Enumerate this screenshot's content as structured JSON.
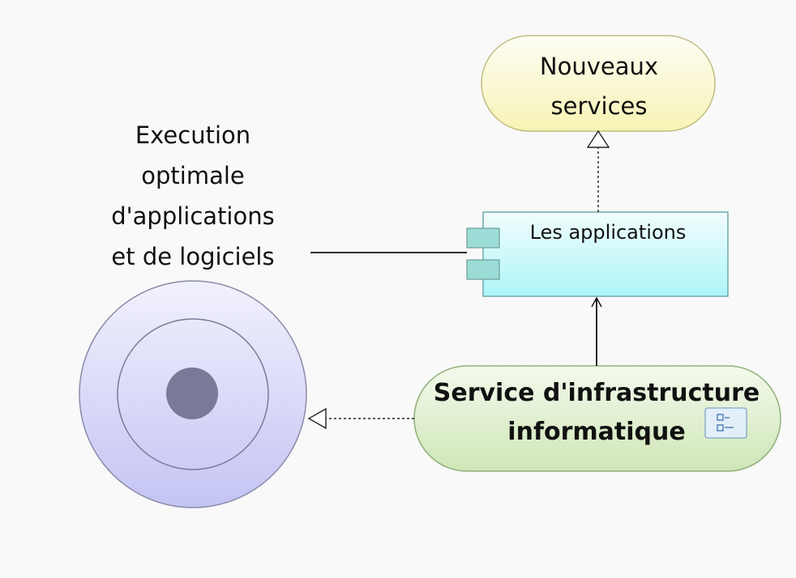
{
  "diagram": {
    "nodes": {
      "nouveaux_services": {
        "label_line1": "Nouveaux",
        "label_line2": "services",
        "type": "business-service",
        "fill": "#fbf8c8"
      },
      "goal": {
        "label_line1": "Execution",
        "label_line2": "optimale",
        "label_line3": "d'applications",
        "label_line4": "et de logiciels",
        "type": "goal",
        "fill": "#d6d6f4"
      },
      "les_applications": {
        "label": "Les applications",
        "type": "application-component",
        "fill": "#c6f8fb"
      },
      "service_infra": {
        "label_line1": "Service d'infrastructure",
        "label_line2": "informatique",
        "type": "technology-service",
        "fill": "#dcefc8",
        "icon": "service-list-icon"
      }
    },
    "edges": [
      {
        "from": "les_applications",
        "to": "nouveaux_services",
        "style": "dotted",
        "arrow": "hollow-triangle"
      },
      {
        "from": "service_infra",
        "to": "les_applications",
        "style": "solid",
        "arrow": "open"
      },
      {
        "from": "service_infra",
        "to": "goal",
        "style": "dotted",
        "arrow": "hollow-triangle"
      },
      {
        "from": "goal",
        "to": "les_applications",
        "style": "solid",
        "arrow": "none"
      }
    ]
  }
}
